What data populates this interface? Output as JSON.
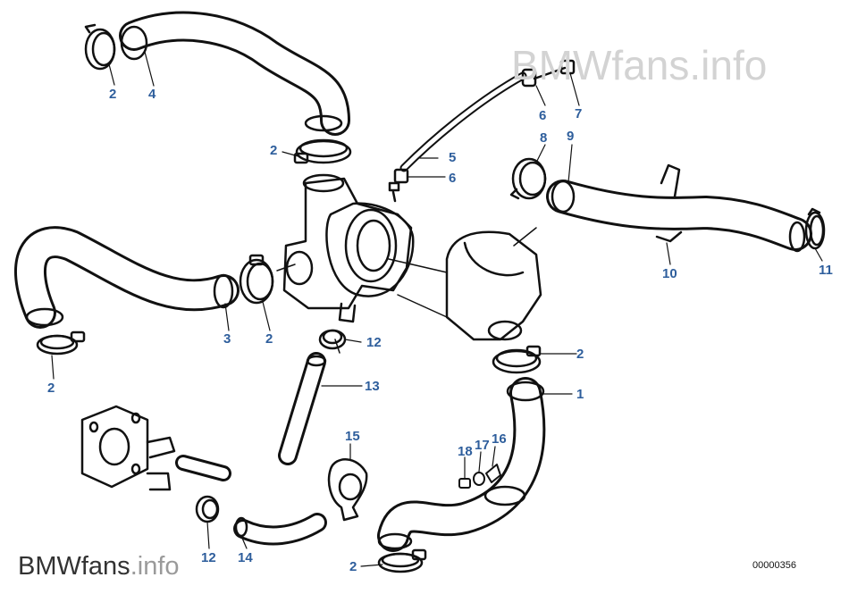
{
  "watermark_top": "BMWfans.info",
  "watermark_bottom": {
    "brand": "BMWfans",
    "suffix": ".info"
  },
  "document_number": "00000356",
  "callouts": [
    {
      "id": "c2a",
      "label": "2"
    },
    {
      "id": "c4",
      "label": "4"
    },
    {
      "id": "c6a",
      "label": "6"
    },
    {
      "id": "c7",
      "label": "7"
    },
    {
      "id": "c8",
      "label": "8"
    },
    {
      "id": "c9",
      "label": "9"
    },
    {
      "id": "c2b",
      "label": "2"
    },
    {
      "id": "c5",
      "label": "5"
    },
    {
      "id": "c6b",
      "label": "6"
    },
    {
      "id": "c10",
      "label": "10"
    },
    {
      "id": "c11",
      "label": "11"
    },
    {
      "id": "c3",
      "label": "3"
    },
    {
      "id": "c2c",
      "label": "2"
    },
    {
      "id": "c12a",
      "label": "12"
    },
    {
      "id": "c2d",
      "label": "2"
    },
    {
      "id": "c2e",
      "label": "2"
    },
    {
      "id": "c13",
      "label": "13"
    },
    {
      "id": "c1",
      "label": "1"
    },
    {
      "id": "c15",
      "label": "15"
    },
    {
      "id": "c18",
      "label": "18"
    },
    {
      "id": "c17",
      "label": "17"
    },
    {
      "id": "c16",
      "label": "16"
    },
    {
      "id": "c12b",
      "label": "12"
    },
    {
      "id": "c14",
      "label": "14"
    },
    {
      "id": "c2f",
      "label": "2"
    }
  ]
}
